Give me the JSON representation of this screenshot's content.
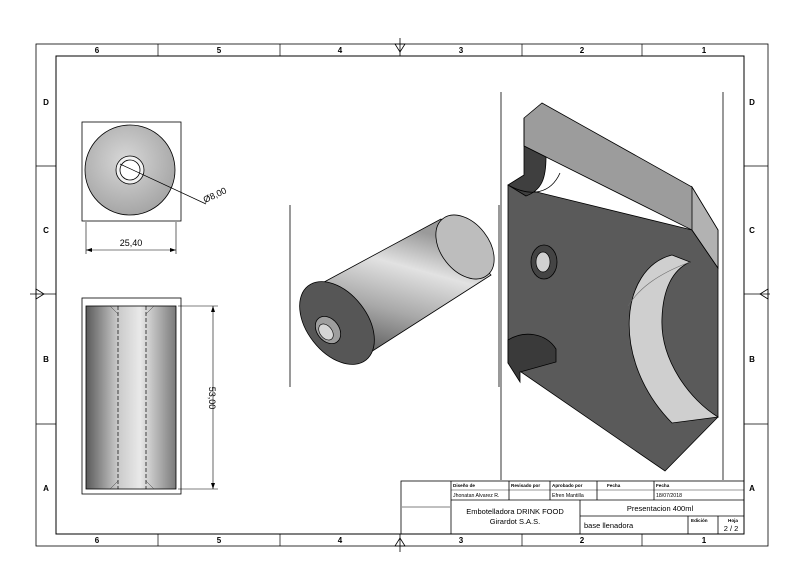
{
  "zones": {
    "columns": [
      "6",
      "5",
      "4",
      "3",
      "2",
      "1"
    ],
    "rows": [
      "D",
      "C",
      "B",
      "A"
    ]
  },
  "dimensions": {
    "diameter": "Ø8,00",
    "width": "25,40",
    "height": "53,00"
  },
  "title_block": {
    "designed_by_label": "Diseño de",
    "designed_by_value": "Jhonatan Alvarez R.",
    "reviewed_by_label": "Revisado por",
    "approved_by_label": "Aprobado por",
    "approved_by_value": "Efren Mantilla",
    "date_label_1": "Fecha",
    "date_label_2": "Fecha",
    "date_value": "18/07/2018",
    "company_line1": "Embotelladora DRINK FOOD",
    "company_line2": "Girardot S.A.S.",
    "project": "Presentacion 400ml",
    "part_name": "base llenadora",
    "edition_label": "Edición",
    "sheet_label": "Hoja",
    "sheet_value": "2 / 2"
  }
}
